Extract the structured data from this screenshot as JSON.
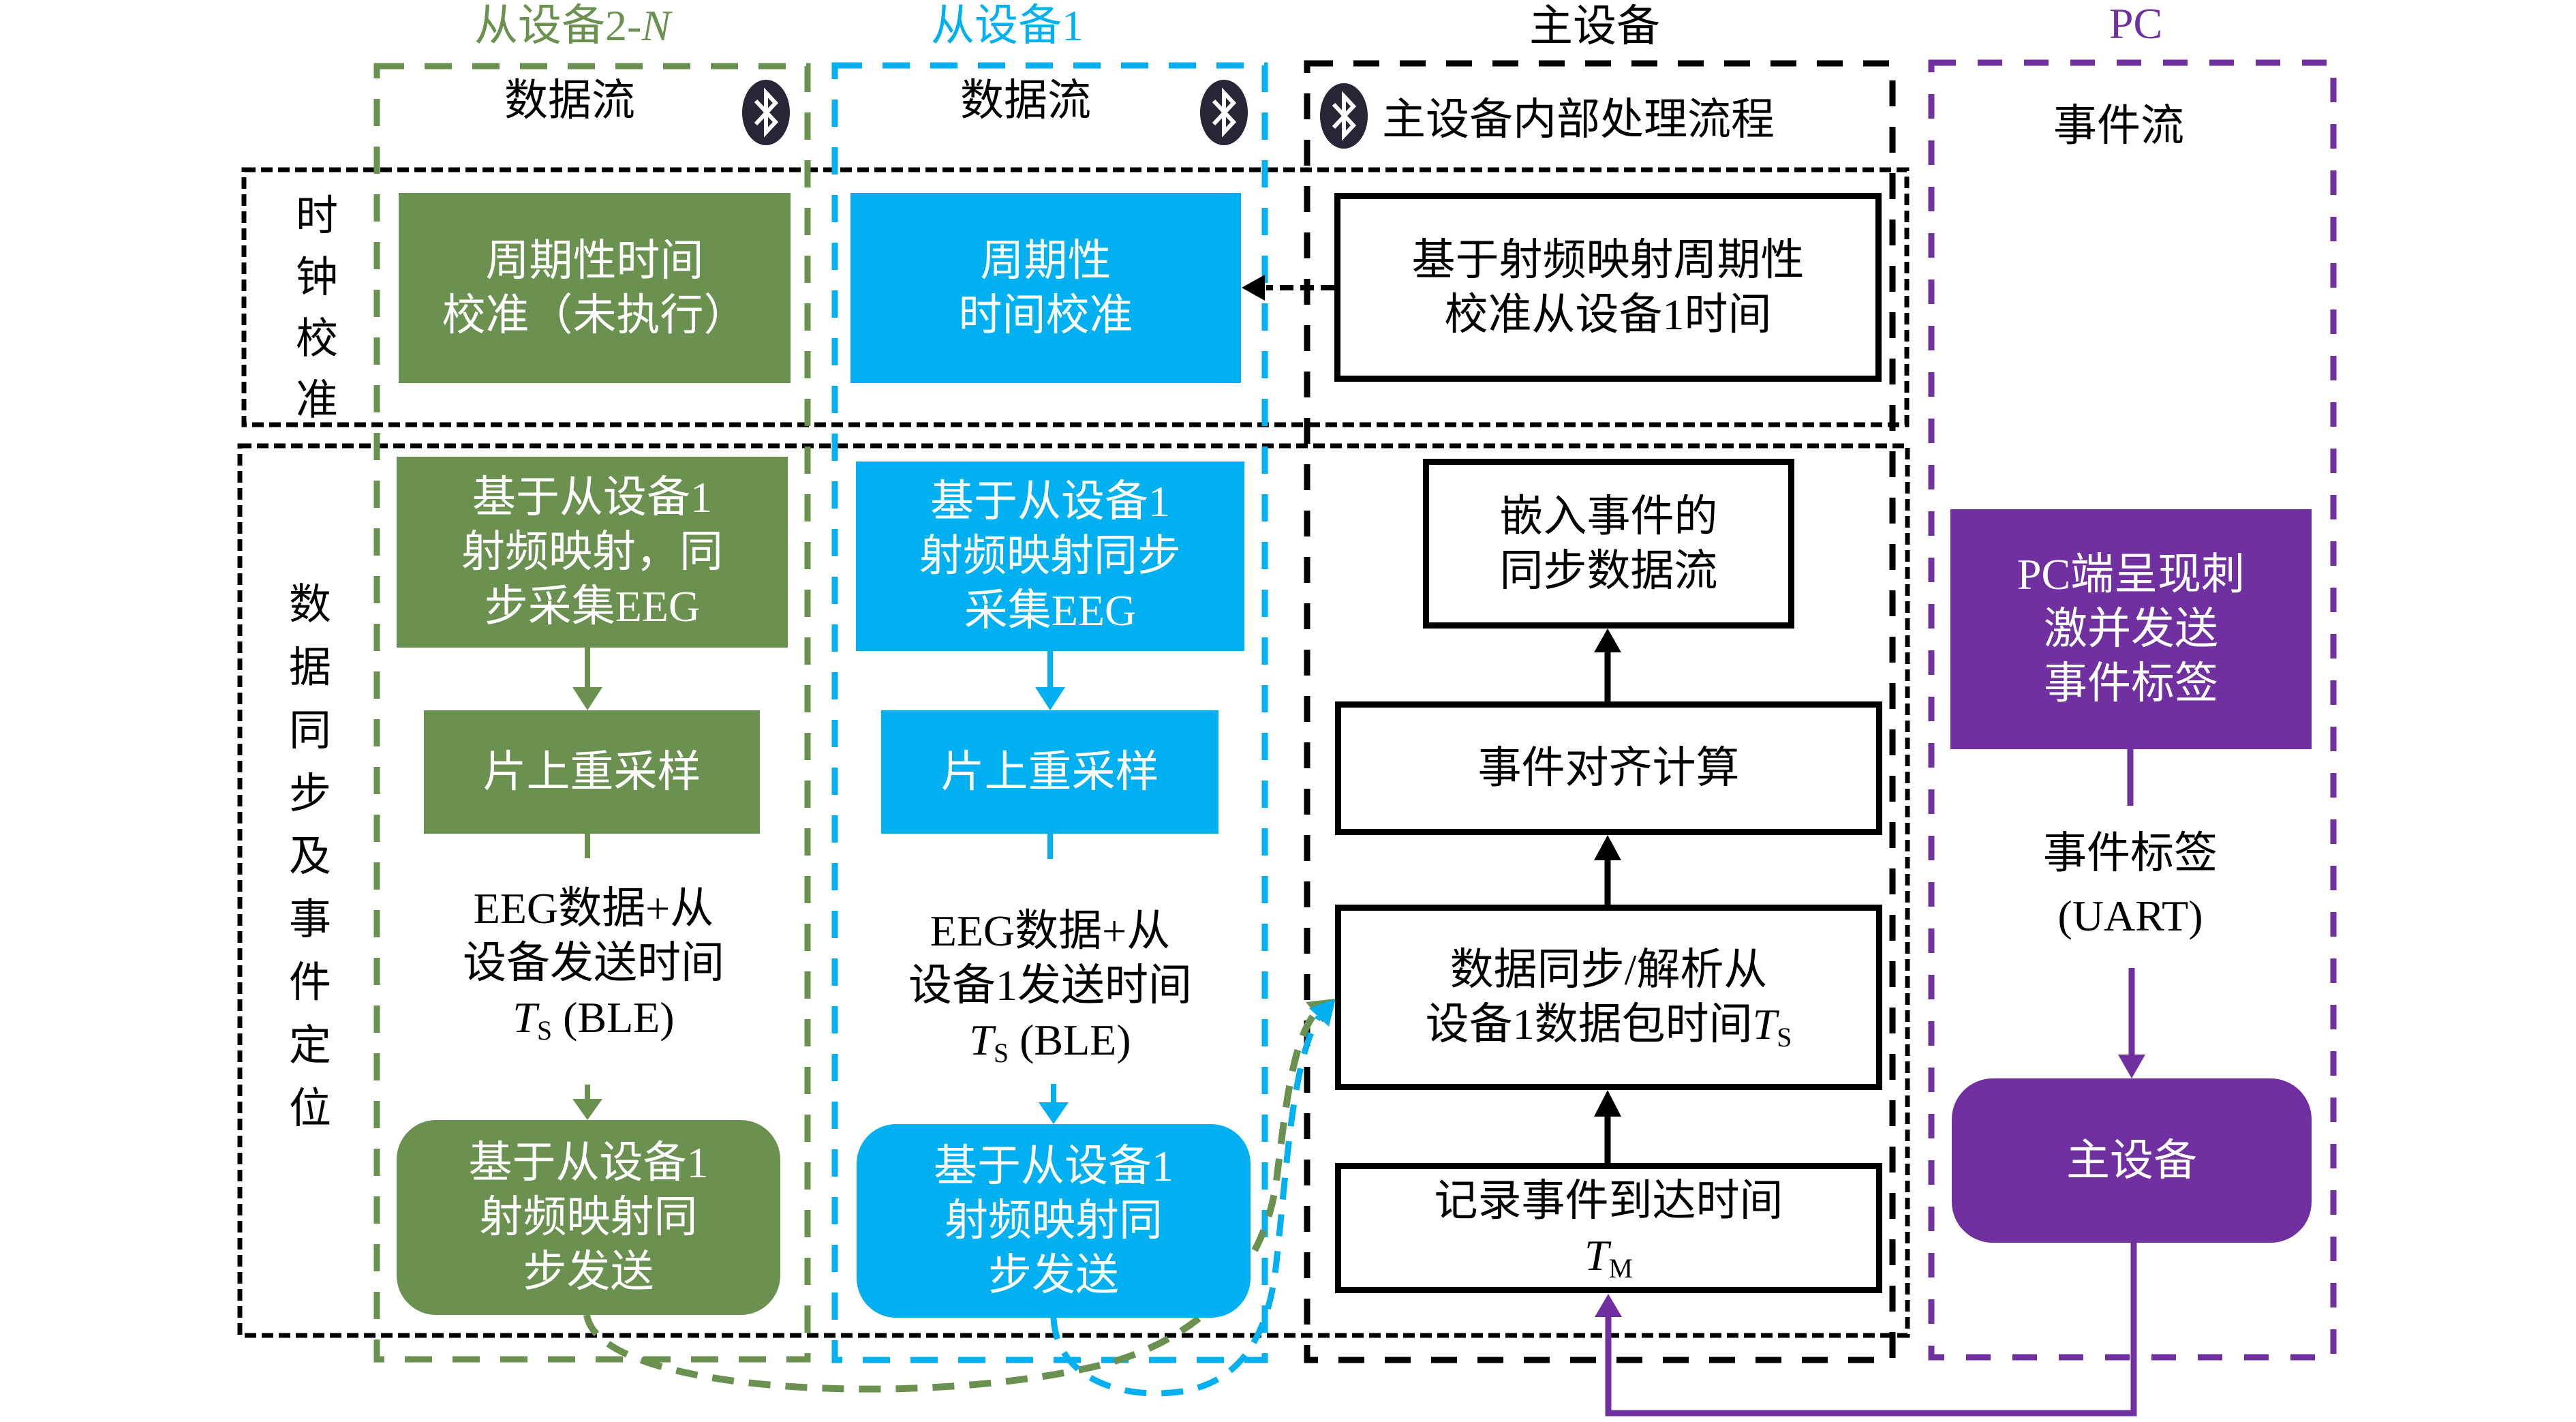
{
  "figure": {
    "colors": {
      "slave_n": "#6A914F",
      "slave_1": "#00B0F0",
      "master": "#000000",
      "pc": "#7030A0",
      "bluetooth_badge": "#262637"
    }
  },
  "columns": {
    "slave_n": {
      "title": "从设备2-",
      "title_var": "N",
      "stream_label": "数据流",
      "icon": "bluetooth-icon"
    },
    "slave_1": {
      "title": "从设备1",
      "stream_label": "数据流",
      "icon": "bluetooth-icon"
    },
    "master": {
      "title": "主设备",
      "stream_label": "主设备内部处理流程",
      "icon": "bluetooth-icon"
    },
    "pc": {
      "title": "PC",
      "stream_label": "事件流"
    }
  },
  "rows": {
    "clock_calibration": {
      "label": "时钟校准"
    },
    "data_sync": {
      "label": "数据同步及事件定位"
    }
  },
  "clock_row": {
    "slave_n_box": [
      "周期性时间",
      "校准（未执行）"
    ],
    "slave_1_box": [
      "周期性",
      "时间校准"
    ],
    "master_box": [
      "基于射频映射周期性",
      "校准从设备1时间"
    ]
  },
  "slave_n_flow": {
    "acquire": [
      "基于从设备1",
      "射频映射，同",
      "步采集EEG"
    ],
    "resample": "片上重采样",
    "payload": [
      "EEG数据+从",
      "设备发送时间"
    ],
    "payload_time": {
      "symbol": "T",
      "sub": "S",
      "suffix": "(BLE)"
    },
    "send": [
      "基于从设备1",
      "射频映射同",
      "步发送"
    ]
  },
  "slave_1_flow": {
    "acquire": [
      "基于从设备1",
      "射频映射同步",
      "采集EEG"
    ],
    "resample": "片上重采样",
    "payload": [
      "EEG数据+从",
      "设备1发送时间"
    ],
    "payload_time": {
      "symbol": "T",
      "sub": "S",
      "suffix": "(BLE)"
    },
    "send": [
      "基于从设备1",
      "射频映射同",
      "步发送"
    ]
  },
  "master_flow": {
    "embed": [
      "嵌入事件的",
      "同步数据流"
    ],
    "align": "事件对齐计算",
    "parse": [
      "数据同步/解析从",
      "设备1数据包时间"
    ],
    "parse_time": {
      "symbol": "T",
      "sub": "S"
    },
    "record": "记录事件到达时间",
    "record_time": {
      "symbol": "T",
      "sub": "M"
    }
  },
  "pc_flow": {
    "stimulus": [
      "PC端呈现刺",
      "激并发送",
      "事件标签"
    ],
    "link_label": [
      "事件标签",
      "(UART)"
    ],
    "receiver": "主设备"
  }
}
